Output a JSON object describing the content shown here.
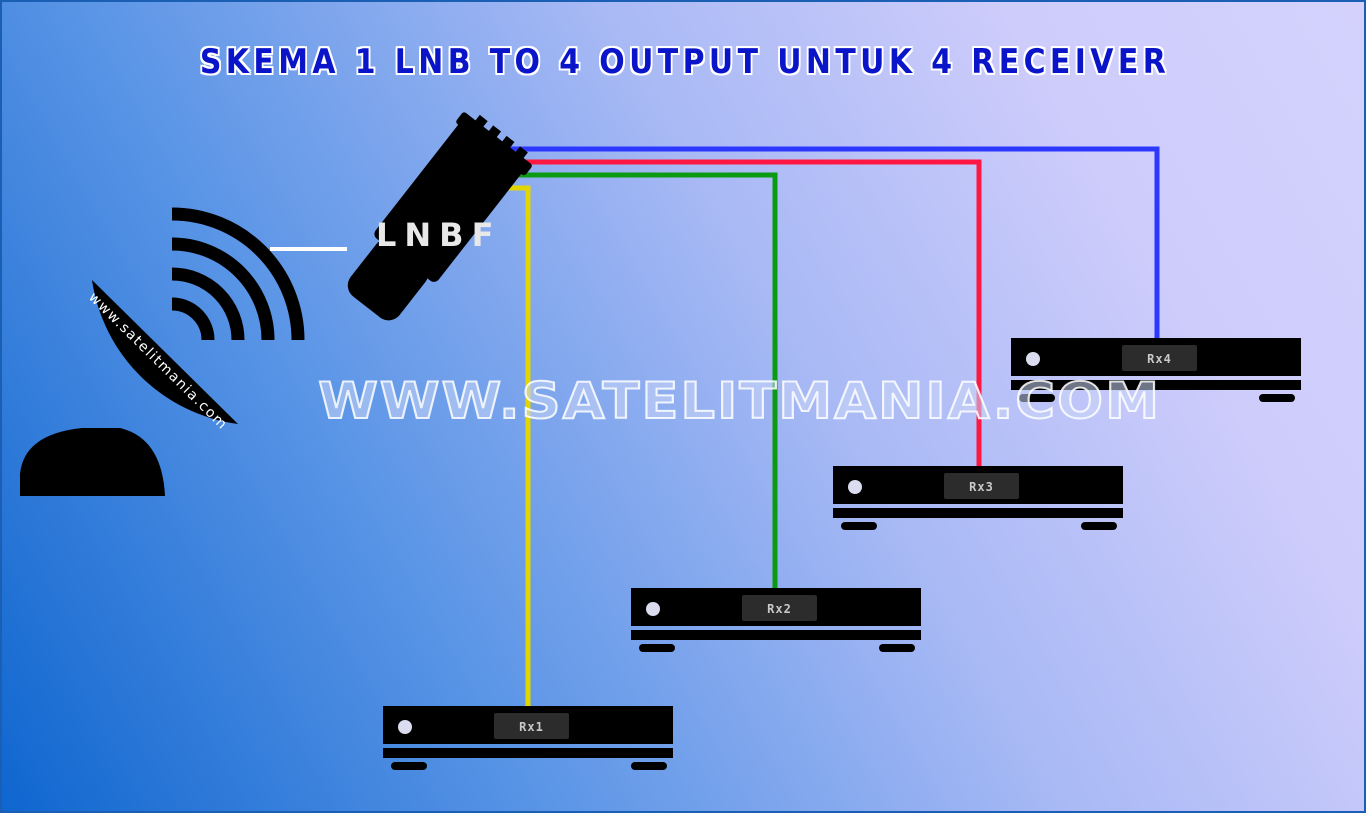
{
  "title": "SKEMA 1 LNB TO 4 OUTPUT UNTUK 4 RECEIVER",
  "watermark": "WWW.SATELITMANIA.COM",
  "dish_url": "www.satelitmania.com",
  "lnb_label": "LNBF",
  "receivers": [
    {
      "label": "Rx1",
      "cable_color": "#e3d600"
    },
    {
      "label": "Rx2",
      "cable_color": "#0b9a12"
    },
    {
      "label": "Rx3",
      "cable_color": "#ff1744"
    },
    {
      "label": "Rx4",
      "cable_color": "#2d38ff"
    }
  ],
  "colors": {
    "device": "#000000",
    "title_text": "#0a14c8",
    "signal_link": "#ffffff"
  }
}
